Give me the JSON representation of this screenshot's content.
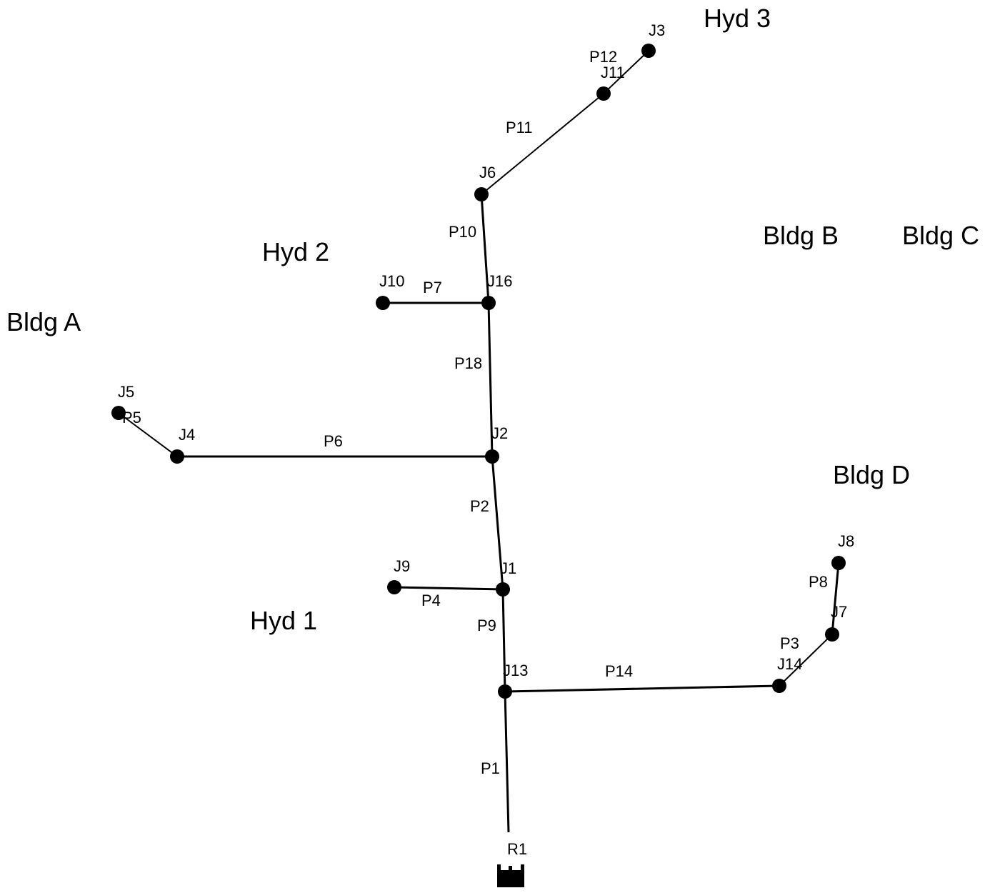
{
  "junctions": {
    "J1": "J1",
    "J2": "J2",
    "J3": "J3",
    "J4": "J4",
    "J5": "J5",
    "J6": "J6",
    "J7": "J7",
    "J8": "J8",
    "J9": "J9",
    "J10": "J10",
    "J11": "J11",
    "J13": "J13",
    "J14": "J14",
    "J16": "J16"
  },
  "reservoir": {
    "R1": "R1"
  },
  "pipes": {
    "P1": "P1",
    "P2": "P2",
    "P3": "P3",
    "P4": "P4",
    "P5": "P5",
    "P6": "P6",
    "P7": "P7",
    "P8": "P8",
    "P9": "P9",
    "P10": "P10",
    "P11": "P11",
    "P12": "P12",
    "P14": "P14",
    "P18": "P18"
  },
  "areas": {
    "hyd1": "Hyd 1",
    "hyd2": "Hyd 2",
    "hyd3": "Hyd 3",
    "bldgA": "Bldg A",
    "bldgB": "Bldg B",
    "bldgC": "Bldg C",
    "bldgD": "Bldg D"
  }
}
